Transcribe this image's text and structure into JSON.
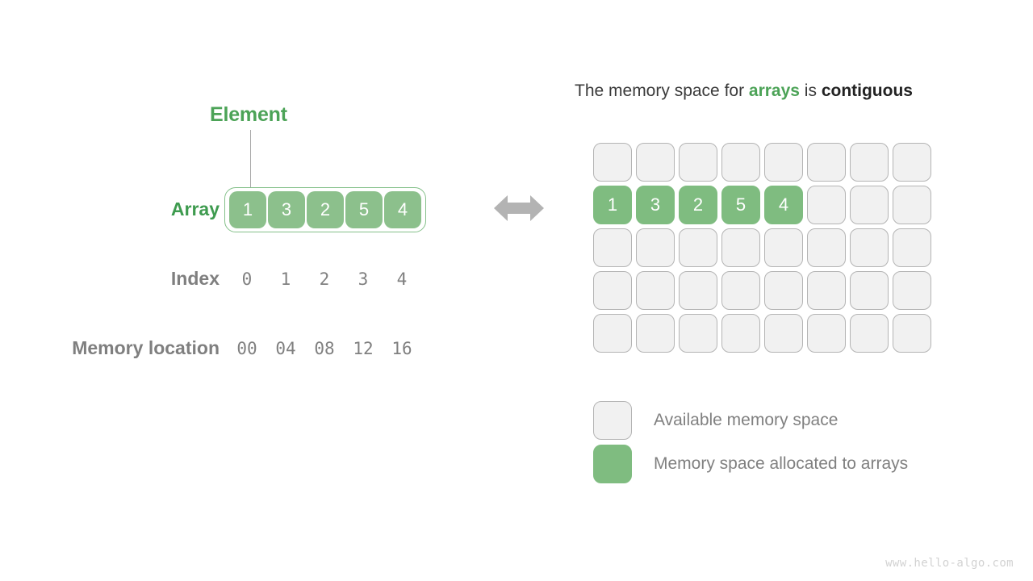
{
  "left_panel": {
    "element_label": "Element",
    "array_label": "Array",
    "index_label": "Index",
    "memory_location_label": "Memory location",
    "array_values": [
      "1",
      "3",
      "2",
      "5",
      "4"
    ],
    "index_values": [
      "0",
      "1",
      "2",
      "3",
      "4"
    ],
    "memory_locations": [
      "00",
      "04",
      "08",
      "12",
      "16"
    ],
    "colors": {
      "element_green": "#4ca357",
      "array_green": "#3e9b4f",
      "cell_green": "#8cc08c",
      "label_gray": "#7f7f7f",
      "value_gray": "#808080"
    }
  },
  "equivalence_arrow": {
    "icon": "double-headed-horizontal-arrow",
    "color": "#b3b3b3"
  },
  "right_panel": {
    "title": {
      "part1": "The memory space for ",
      "accent": "arrays",
      "part2": " is ",
      "strong": "contiguous"
    },
    "grid": {
      "columns": 8,
      "rows": 5,
      "allocated_row_index": 1,
      "allocated_values": [
        "1",
        "3",
        "2",
        "5",
        "4"
      ],
      "free_fill": "#f1f1f1",
      "free_border": "#b4b4b4",
      "used_fill": "#7fbc80"
    },
    "legend": [
      {
        "swatch": "free",
        "label": "Available memory space"
      },
      {
        "swatch": "used",
        "label": "Memory space allocated to arrays"
      }
    ]
  },
  "watermark": "www.hello-algo.com"
}
